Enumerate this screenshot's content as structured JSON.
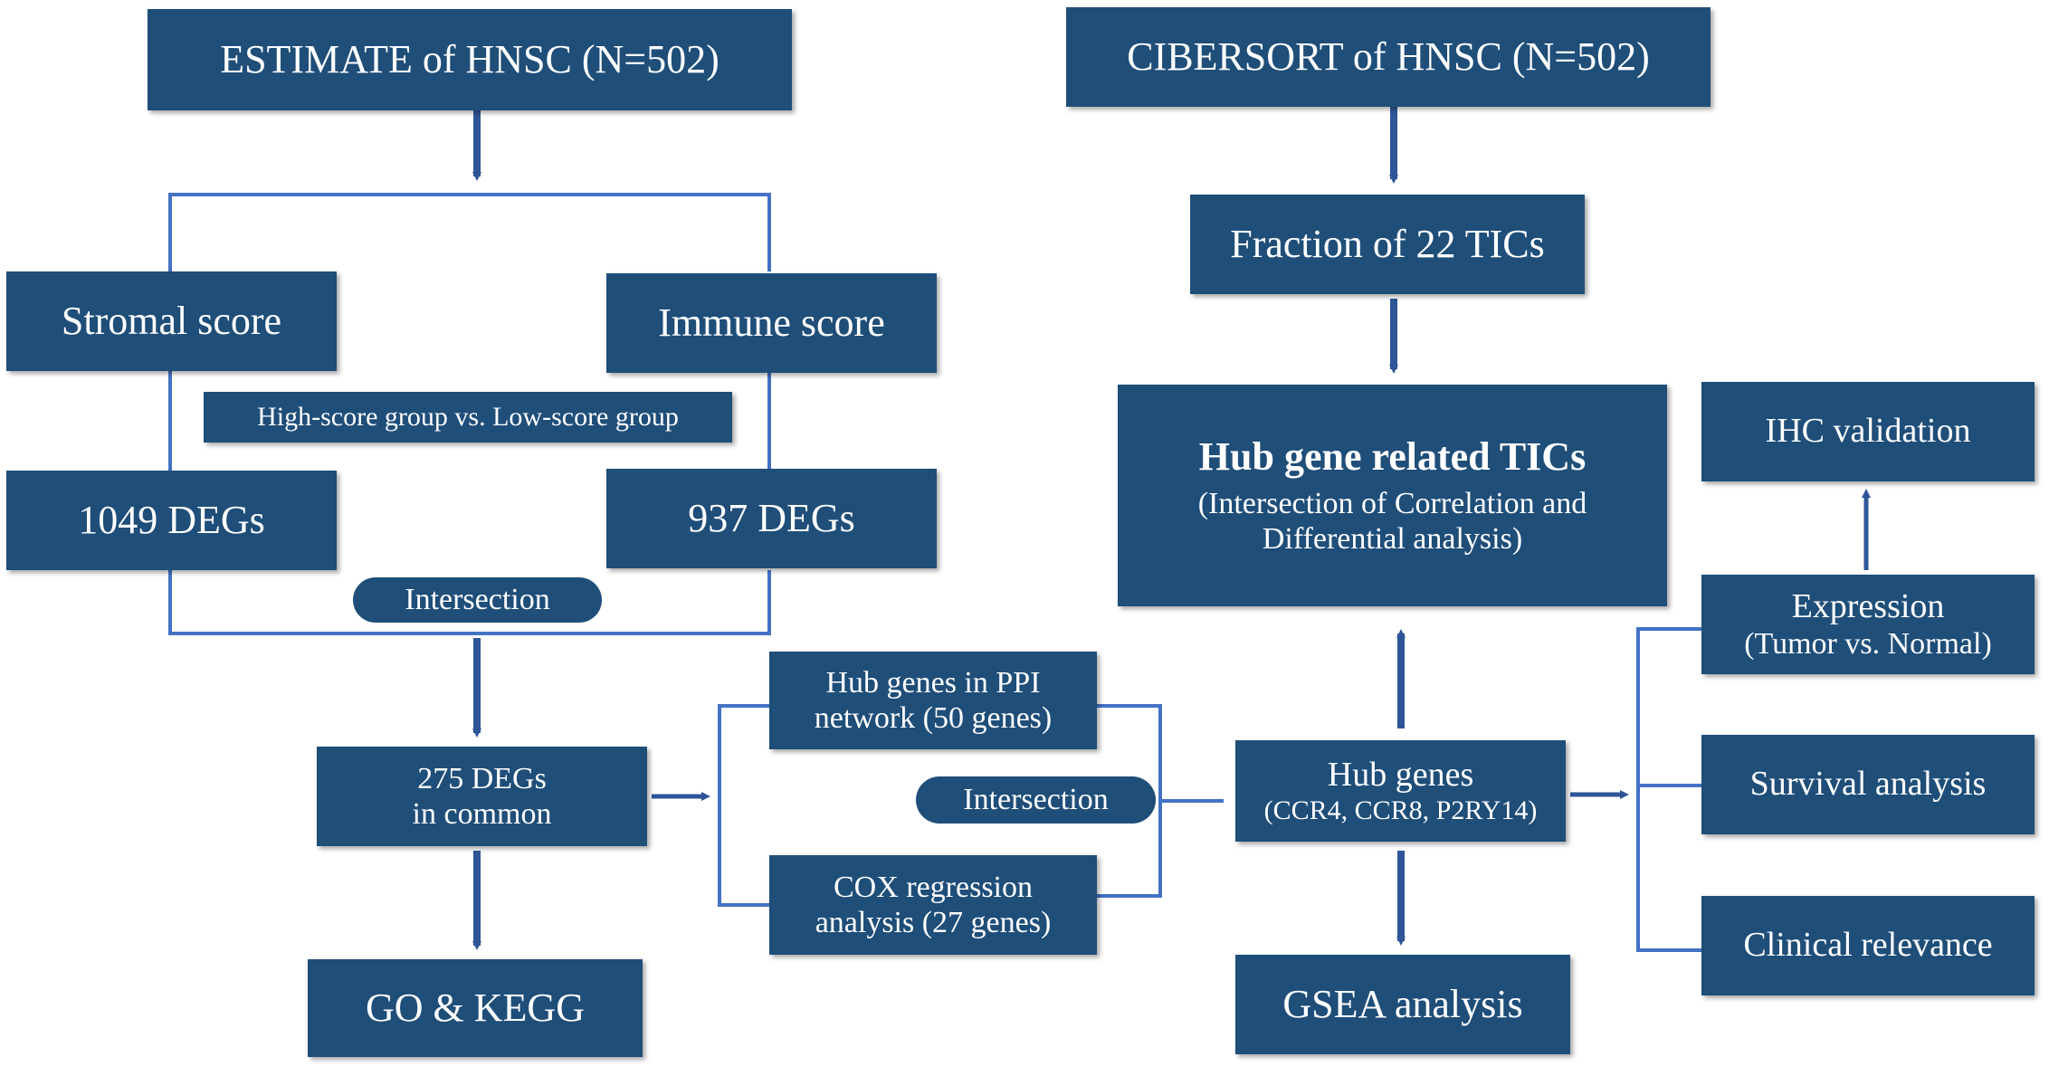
{
  "left": {
    "estimate": "ESTIMATE of HNSC (N=502)",
    "stromal": "Stromal score",
    "immune": "Immune score",
    "group_label": "High-score group vs. Low-score group",
    "degs_1049": "1049 DEGs",
    "degs_937": "937 DEGs",
    "intersection_1": "Intersection",
    "common_line1": "275 DEGs",
    "common_line2": "in common",
    "go_kegg": "GO & KEGG"
  },
  "middle": {
    "ppi_line1": "Hub genes in PPI",
    "ppi_line2": "network (50 genes)",
    "intersection_2": "Intersection",
    "cox_line1": "COX regression",
    "cox_line2": "analysis (27 genes)"
  },
  "right": {
    "cibersort": "CIBERSORT of HNSC (N=502)",
    "fraction": "Fraction of 22 TICs",
    "hub_tics_title": "Hub gene related TICs",
    "hub_tics_sub1": "(Intersection of Correlation and",
    "hub_tics_sub2": "Differential analysis)",
    "hub_genes_line1": "Hub genes",
    "hub_genes_line2": "(CCR4, CCR8, P2RY14)",
    "gsea": "GSEA analysis",
    "ihc": "IHC validation",
    "expression_line1": "Expression",
    "expression_line2": "(Tumor vs. Normal)",
    "survival": "Survival analysis",
    "clinical": "Clinical relevance"
  },
  "colors": {
    "box_fill": "#1f4e79",
    "connector": "#4472c4",
    "arrow": "#2e5597"
  }
}
